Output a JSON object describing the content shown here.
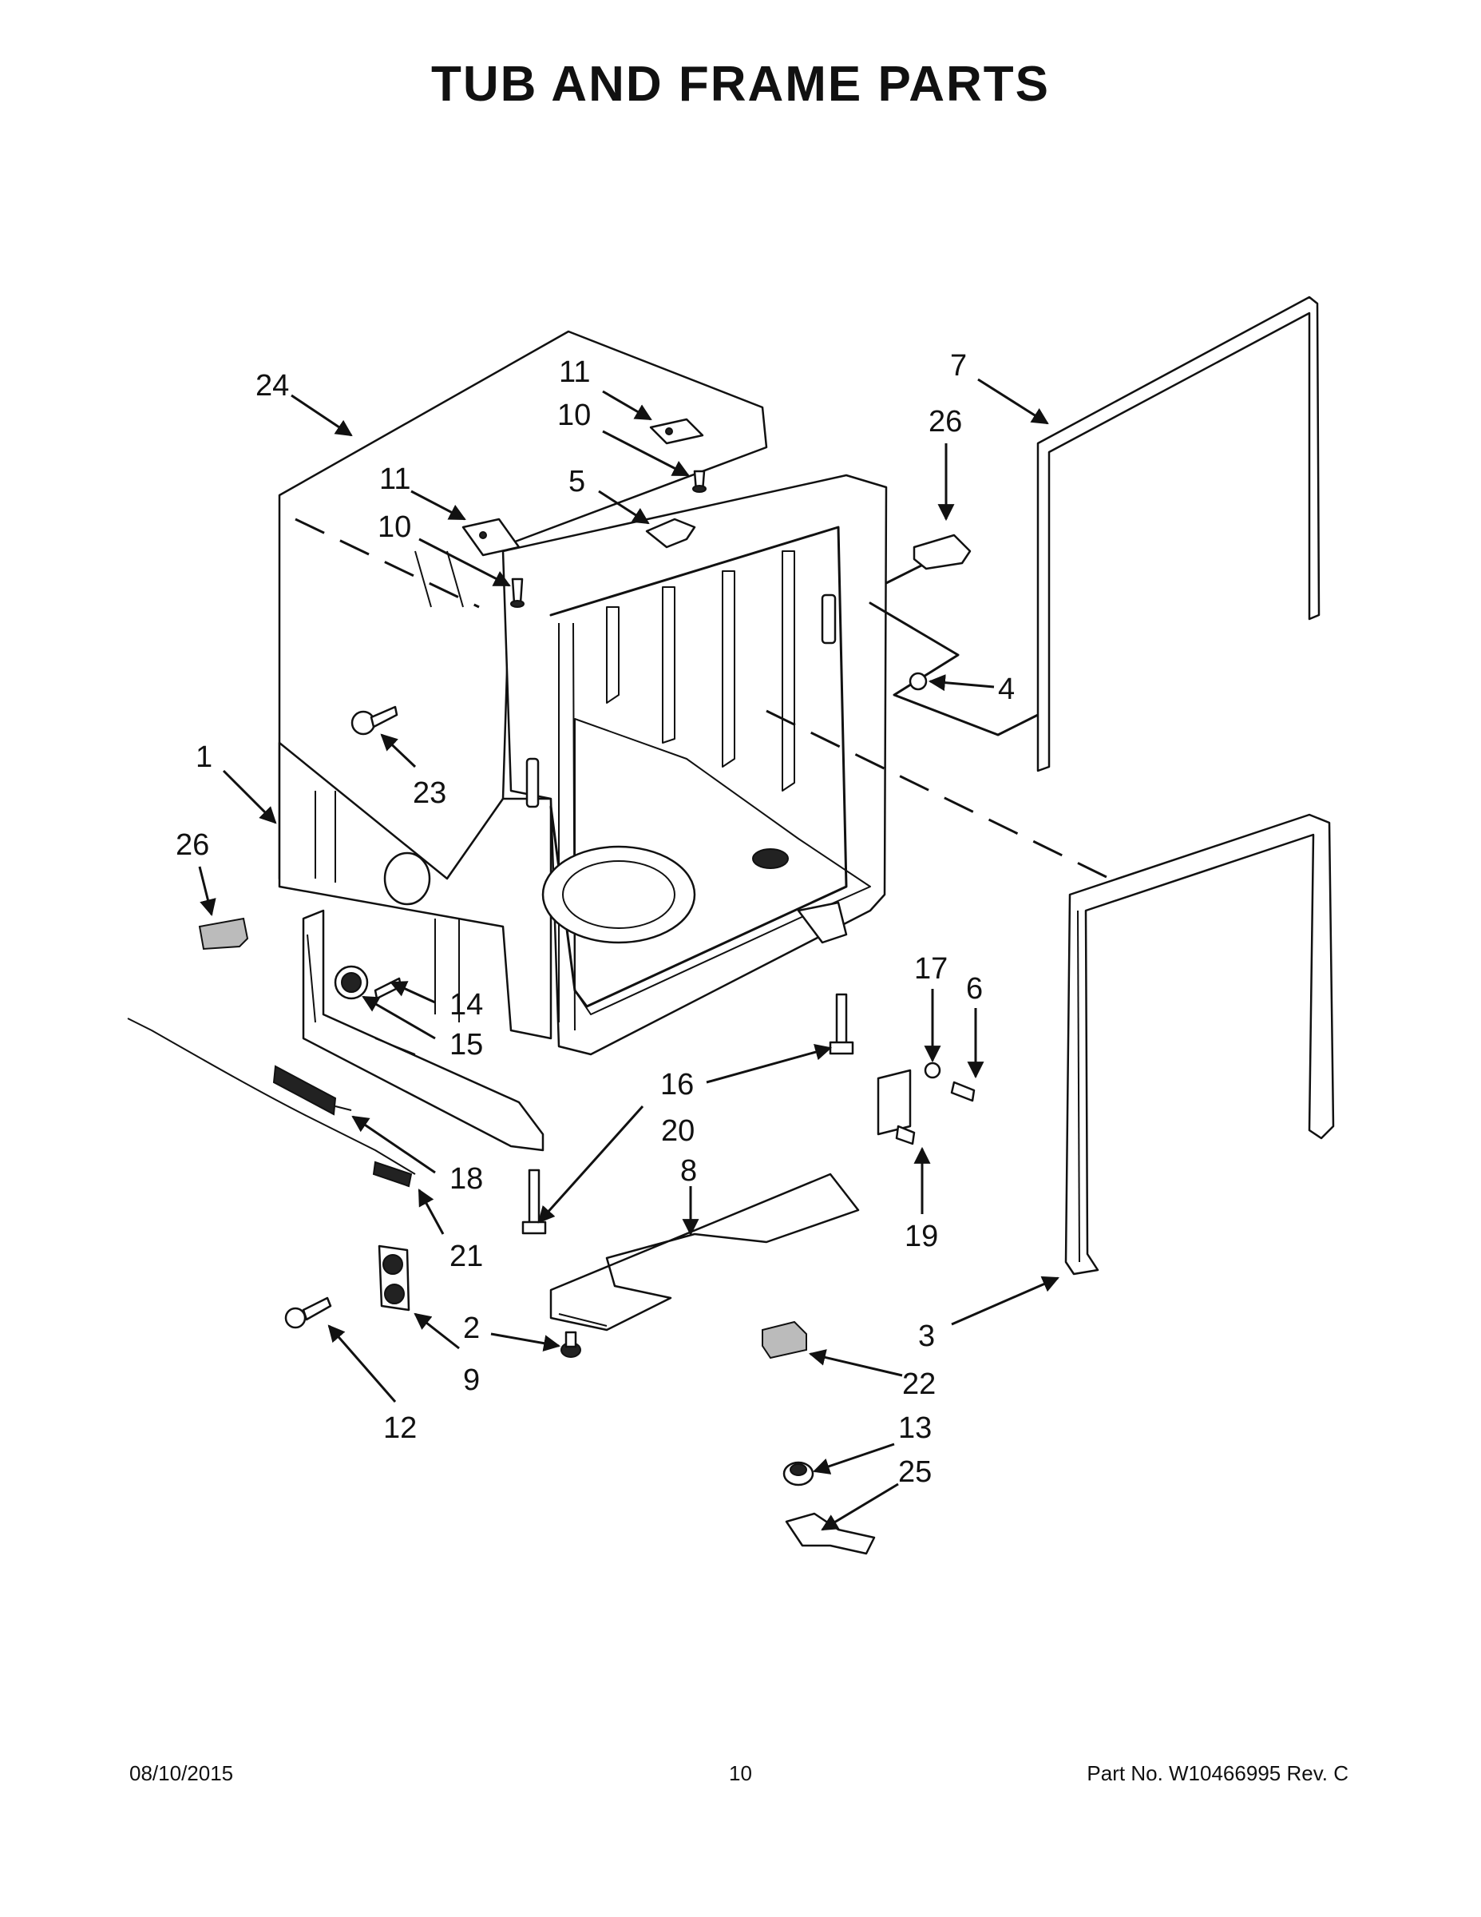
{
  "title": "TUB AND FRAME PARTS",
  "callouts": {
    "c1": "1",
    "c2": "2",
    "c3": "3",
    "c4": "4",
    "c5": "5",
    "c6": "6",
    "c7": "7",
    "c8": "8",
    "c9": "9",
    "c10a": "10",
    "c10b": "10",
    "c11a": "11",
    "c11b": "11",
    "c12": "12",
    "c13": "13",
    "c14": "14",
    "c15": "15",
    "c16": "16",
    "c17": "17",
    "c18": "18",
    "c19": "19",
    "c20": "20",
    "c21": "21",
    "c22": "22",
    "c23": "23",
    "c24": "24",
    "c25": "25",
    "c26a": "26",
    "c26b": "26"
  },
  "footer": {
    "date": "08/10/2015",
    "page": "10",
    "part_no": "Part No.  W10466995  Rev.  C"
  }
}
